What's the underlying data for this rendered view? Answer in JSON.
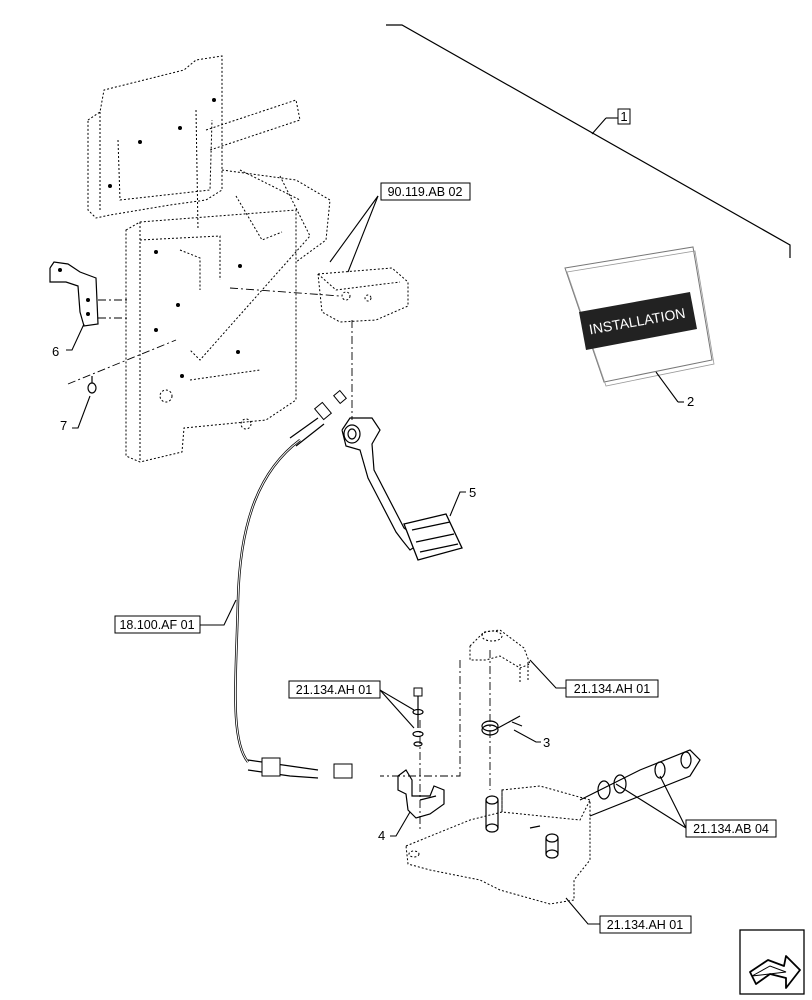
{
  "diagram": {
    "refs": {
      "r1": "90.119.AB 02",
      "r2": "18.100.AF 01",
      "r3": "21.134.AH 01",
      "r4": "21.134.AH 01",
      "r5": "21.134.AB 04",
      "r6": "21.134.AH 01"
    },
    "items": {
      "i1": "1",
      "i2": "2",
      "i3": "3",
      "i4": "4",
      "i5": "5",
      "i6": "6",
      "i7": "7"
    },
    "manual_text": "INSTALLATION",
    "nav_icon": "arrow-icon"
  }
}
